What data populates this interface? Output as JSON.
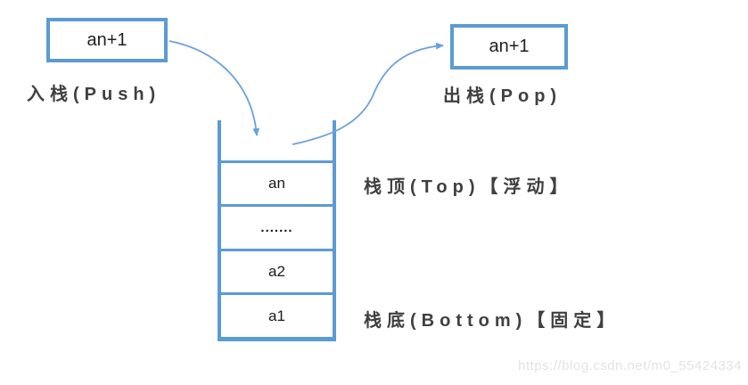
{
  "diagram": {
    "push": {
      "box_label": "an+1",
      "caption": "入栈(Push)"
    },
    "pop": {
      "box_label": "an+1",
      "caption": "出栈(Pop)"
    },
    "stack": {
      "cells": [
        {
          "label": "an"
        },
        {
          "label": "......."
        },
        {
          "label": "a2"
        },
        {
          "label": "a1"
        }
      ],
      "top_caption": "栈顶(Top)【浮动】",
      "bottom_caption": "栈底(Bottom)【固定】"
    },
    "watermark": "https://blog.csdn.net/m0_55424334",
    "colors": {
      "shape_blue": "#5b9bd5",
      "arrow_blue": "#6aa1dc",
      "caption_gray": "#404040",
      "watermark_gray": "#e3e3e3"
    }
  }
}
